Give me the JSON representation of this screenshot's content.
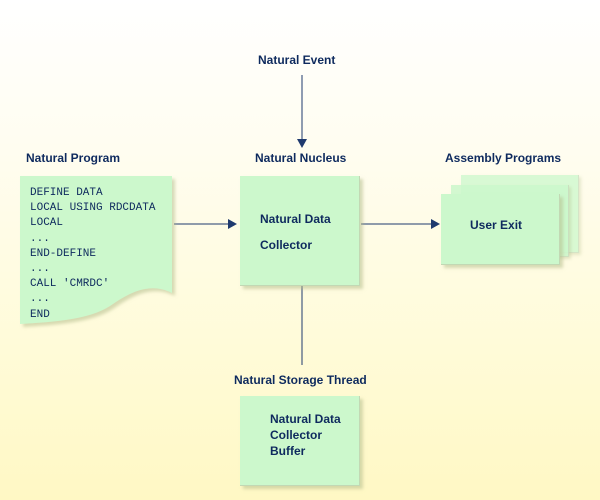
{
  "labels": {
    "natural_event": "Natural Event",
    "natural_program": "Natural Program",
    "natural_nucleus": "Natural Nucleus",
    "assembly_programs": "Assembly Programs",
    "natural_storage_thread": "Natural Storage Thread"
  },
  "program_code": [
    "DEFINE DATA",
    "LOCAL USING RDCDATA",
    "LOCAL",
    "...",
    "END-DEFINE",
    "...",
    "CALL 'CMRDC'",
    "...",
    "END"
  ],
  "nucleus_box": {
    "line1": "Natural Data",
    "line2": "Collector"
  },
  "user_exit_box": {
    "label": "User Exit"
  },
  "buffer_box": {
    "line1": "Natural Data",
    "line2": "Collector",
    "line3": "Buffer"
  },
  "colors": {
    "box_fill": "#ccf8cc",
    "text": "#0e2a5e",
    "arrow": "#1f3a6e"
  }
}
